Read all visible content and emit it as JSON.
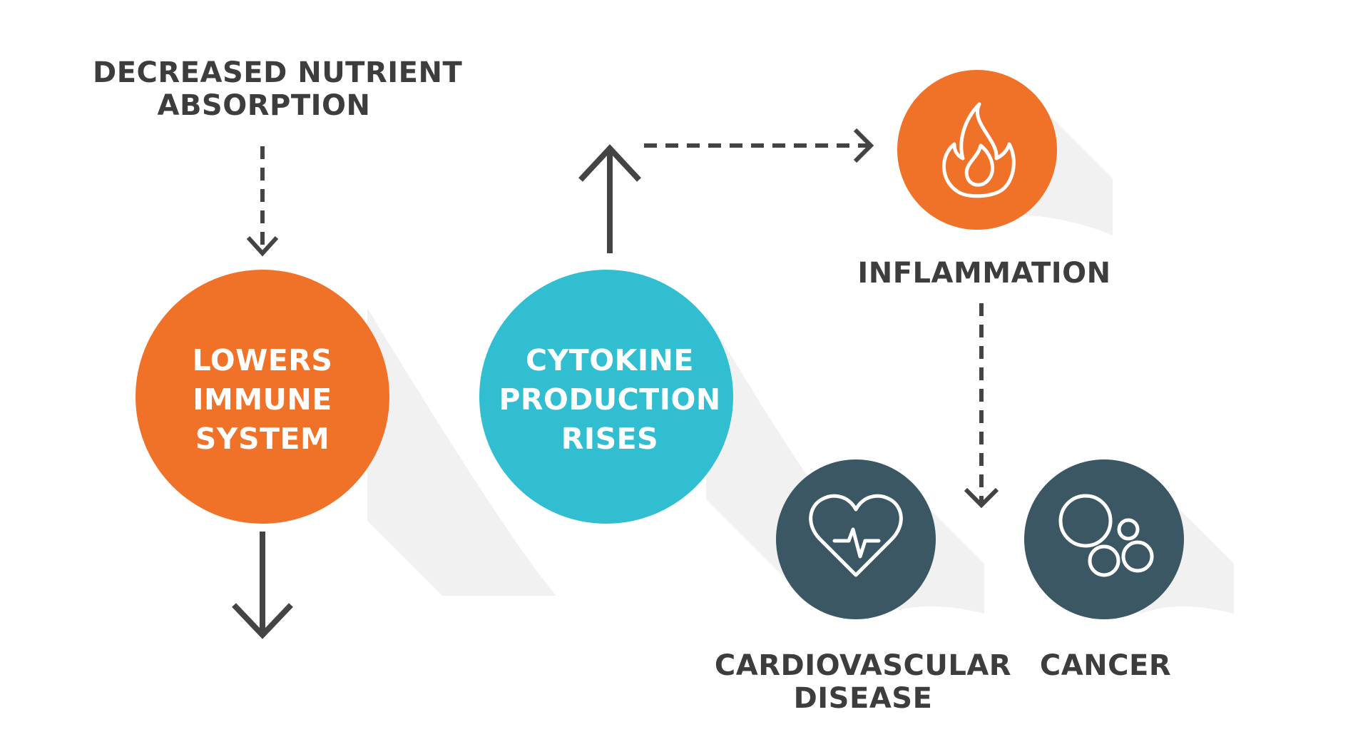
{
  "colors": {
    "orange": "#f07128",
    "teal": "#31bed1",
    "slate": "#3b5764",
    "text": "#3d3d3d",
    "arrow": "#444444",
    "shadow": "#f1f1f1",
    "white": "#ffffff"
  },
  "labels": {
    "nutrient": [
      "DECREASED NUTRIENT",
      "ABSORPTION"
    ],
    "immune": [
      "LOWERS",
      "IMMUNE",
      "SYSTEM"
    ],
    "cytokine": [
      "CYTOKINE",
      "PRODUCTION",
      "RISES"
    ],
    "inflammation": "INFLAMMATION",
    "cardio": [
      "CARDIOVASCULAR",
      "DISEASE"
    ],
    "cancer": "CANCER"
  },
  "icons": {
    "inflammation": "flame-icon",
    "cardio": "heart-pulse-icon",
    "cancer": "cells-icon"
  }
}
